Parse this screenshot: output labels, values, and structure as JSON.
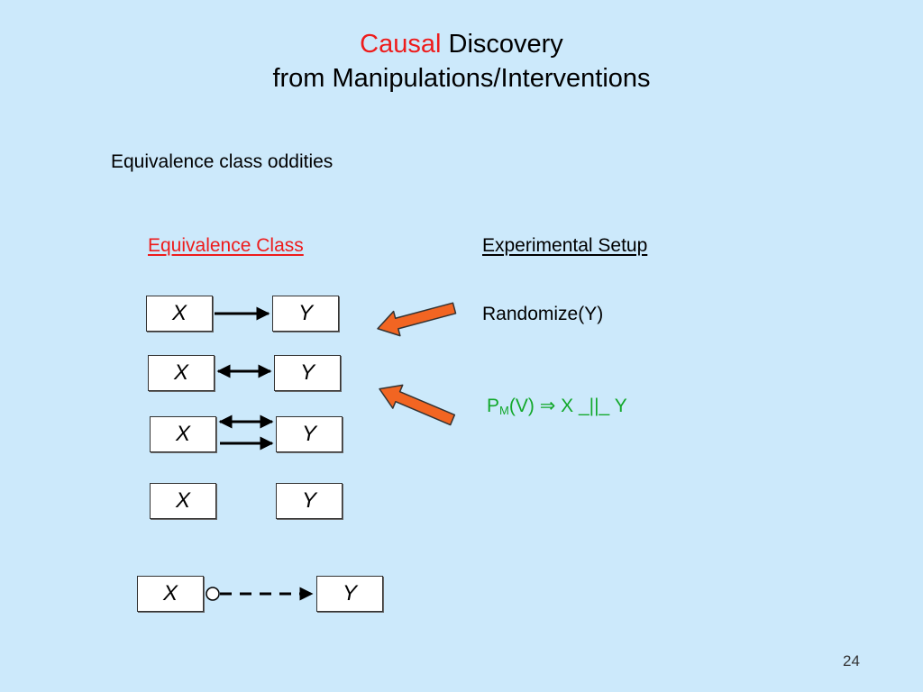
{
  "title": {
    "causal": "Causal",
    "discovery": " Discovery",
    "line2": "from Manipulations/Interventions"
  },
  "bullet": "Equivalence class oddities",
  "columns": {
    "equivalence_class": "Equivalence Class",
    "experimental_setup": "Experimental Setup"
  },
  "nodes": {
    "x": "X",
    "y": "Y"
  },
  "randomize": "Randomize(Y)",
  "pm_expression": {
    "p": "P",
    "sub": "M",
    "rest": "(V) ",
    "implies": "⇒",
    "independence": " X _||_ Y"
  },
  "page_number": "24",
  "colors": {
    "background": "#cce9fb",
    "accent_red": "#ee1c1c",
    "green": "#12a82b",
    "arrow_orange": "#f26522"
  }
}
